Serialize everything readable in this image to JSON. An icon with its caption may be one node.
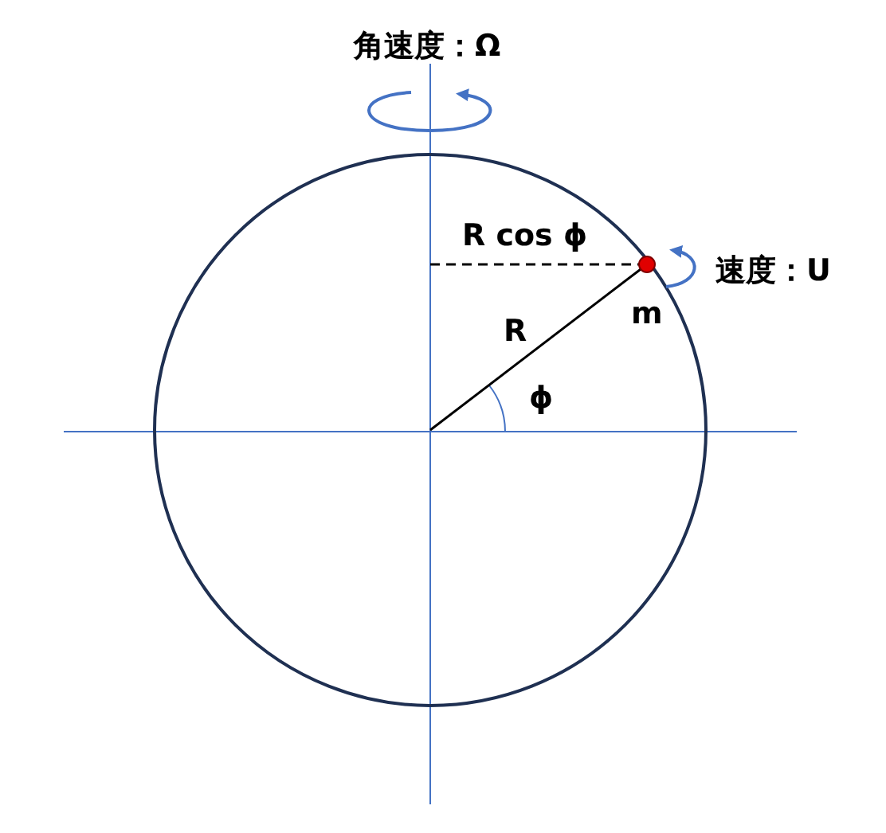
{
  "diagram": {
    "labels": [
      "角速度：Ω",
      "R cos ϕ",
      "速度：U",
      "R",
      "m",
      "ϕ"
    ]
  }
}
